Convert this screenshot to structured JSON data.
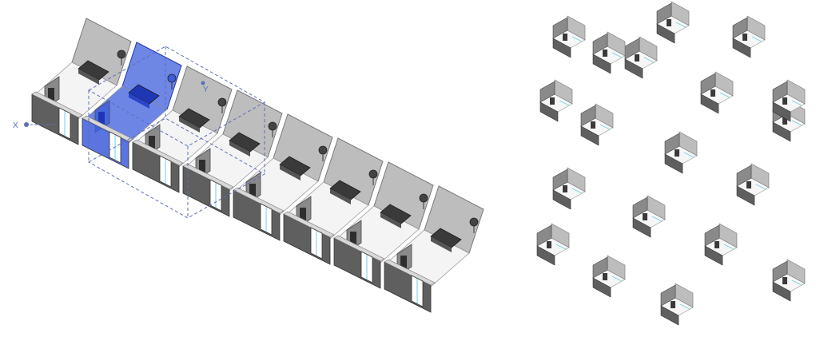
{
  "viewport_left": {
    "x_axis_label": "X",
    "y_axis_label": "Y",
    "room_module_count": 8,
    "selected_module_index": 1
  },
  "viewport_right": {
    "scattered_module_count": 19
  },
  "colors": {
    "background": "#ffffff",
    "wall_front": "#5f5f5f",
    "wall_side": "#8a8a8a",
    "wall_top": "#bdbdbd",
    "selection_fill": "#3d5ddb",
    "selection_edge": "#1f37b5",
    "section_box": "#5a6fb8",
    "furniture": "#3a3a3a",
    "opening_accent": "#6fd0e0"
  },
  "icons": [
    "x-axis-gizmo-icon",
    "y-axis-gizmo-icon",
    "lamp-icon",
    "bed-icon",
    "door-icon",
    "section-box-icon"
  ]
}
